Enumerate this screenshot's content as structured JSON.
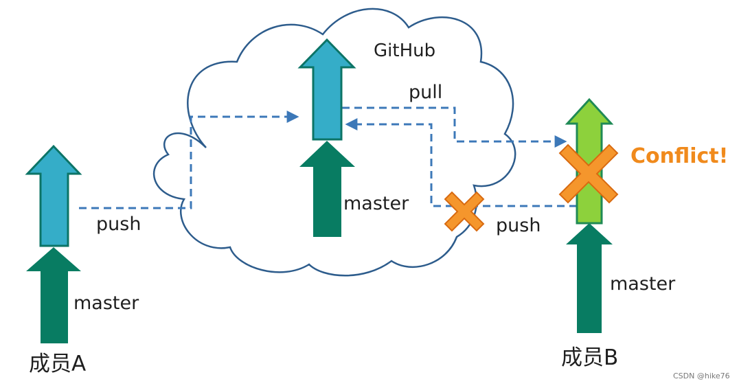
{
  "cloud_label": "GitHub",
  "labels": {
    "pull": "pull",
    "push_a": "push",
    "push_b": "push",
    "master_a": "master",
    "master_github": "master",
    "master_b": "master"
  },
  "members": {
    "a": "成员A",
    "b": "成员B"
  },
  "conflict": "Conflict!",
  "watermark": "CSDN @hike76",
  "colors": {
    "master_fill": "#087c62",
    "commit_fill": "#35adc8",
    "commit_stroke": "#0c7466",
    "b_commit_fill": "#8dd13c",
    "b_commit_stroke": "#1f8a55",
    "dash_line": "#3c78b8",
    "x_fill": "#f5962c",
    "x_stroke": "#d86a10",
    "cloud_stroke": "#2d5c8c",
    "conflict_text": "#f08a1c"
  },
  "icons": [
    "x-mark-icon",
    "x-mark-icon"
  ]
}
